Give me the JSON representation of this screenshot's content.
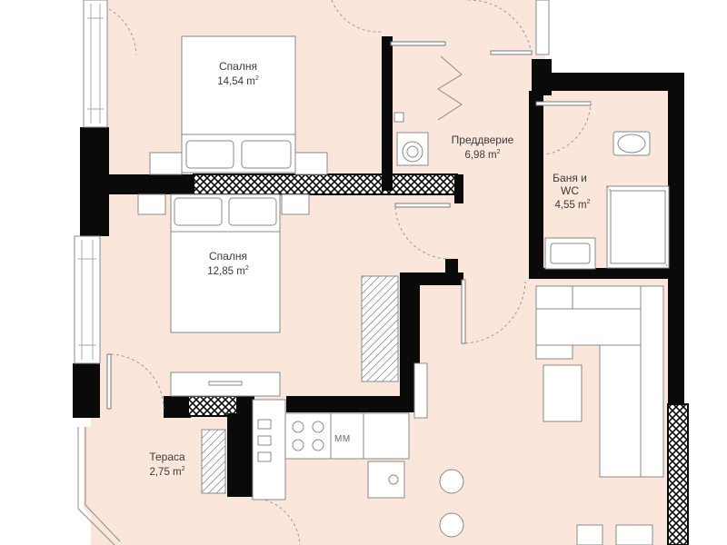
{
  "rooms": {
    "bedroom1": {
      "name": "Спалня",
      "area_value": "14,54",
      "area_unit": "m",
      "area_exp": "2"
    },
    "bedroom2": {
      "name": "Спалня",
      "area_value": "12,85",
      "area_unit": "m",
      "area_exp": "2"
    },
    "hallway": {
      "name": "Преддверие",
      "area_value": "6,98",
      "area_unit": "m",
      "area_exp": "2"
    },
    "bathroom": {
      "name_line1": "Баня и",
      "name_line2": "WC",
      "area_value": "4,55",
      "area_unit": "m",
      "area_exp": "2"
    },
    "terrace": {
      "name": "Тераса",
      "area_value": "2,75",
      "area_unit": "m",
      "area_exp": "2"
    }
  },
  "kitchen": {
    "appliance_label": "MM"
  },
  "colors": {
    "floor": "#fbe6dc",
    "wall": "#0a0a0a",
    "background": "#ffffff",
    "fixture_stroke": "#8a8a8a",
    "text": "#3a3a3a"
  }
}
